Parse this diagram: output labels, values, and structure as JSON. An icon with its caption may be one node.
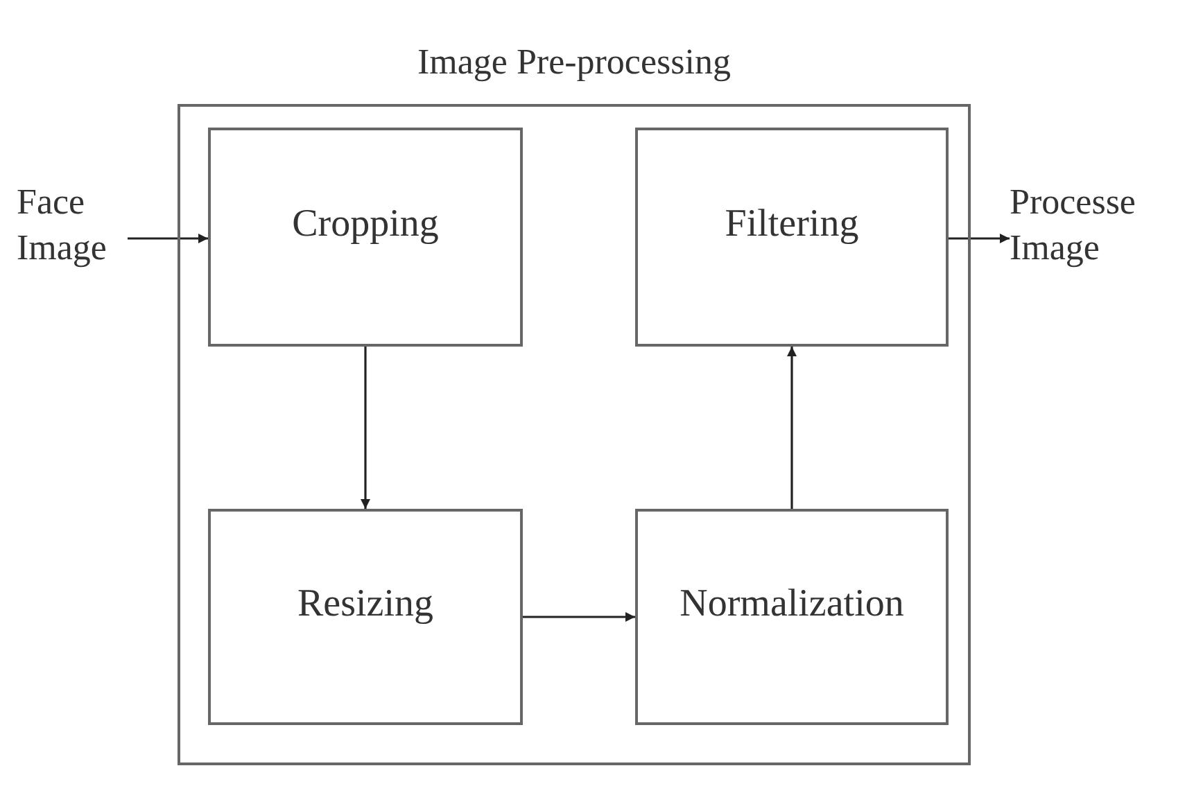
{
  "diagram": {
    "nodes": [
      {
        "text": [
          "Image Pre-processing"
        ]
      },
      {
        "text": [
          "Face Image"
        ]
      },
      {
        "text": [
          "Cropping"
        ],
        "in": 0
      },
      {
        "text": [
          "Filtering"
        ],
        "in": 0
      },
      {
        "text": [
          "Resizing"
        ],
        "in": 0
      },
      {
        "text": [
          "Normalization"
        ],
        "in": 0
      },
      {
        "text": [
          "Processe Image"
        ]
      }
    ],
    "edges": [
      {
        "from": 1,
        "to": 2,
        "arrow": "to"
      },
      {
        "from": 2,
        "to": 4,
        "arrow": "to"
      },
      {
        "from": 4,
        "to": 5,
        "arrow": "to"
      },
      {
        "from": 5,
        "to": 3,
        "arrow": "to"
      },
      {
        "from": 3,
        "to": 6,
        "arrow": "to"
      }
    ]
  }
}
